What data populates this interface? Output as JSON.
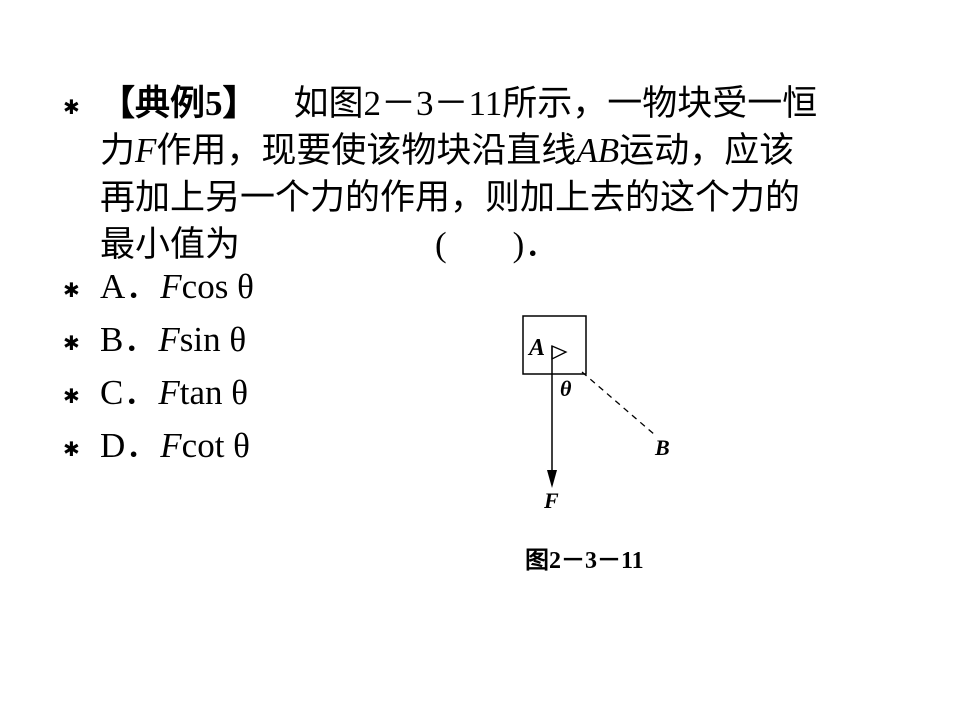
{
  "question": {
    "tag": "【典例5】",
    "line1": "如图2－3－11所示，一物块受一恒",
    "line2_a": "力",
    "line2_var": "F",
    "line2_b": "作用，现要使该物块沿直线",
    "line2_var2": "AB",
    "line2_c": "运动，应该",
    "line3": "再加上另一个力的作用，则加上去的这个力的",
    "line4": "最小值为",
    "paren_open": "(",
    "paren_close": ")．"
  },
  "options": [
    {
      "letter": "A．",
      "var": "F",
      "expr": "cos θ"
    },
    {
      "letter": "B．",
      "var": "F",
      "expr": "sin θ"
    },
    {
      "letter": "C．",
      "var": "F",
      "expr": "tan θ"
    },
    {
      "letter": "D．",
      "var": "F",
      "expr": "cot θ"
    }
  ],
  "diagram": {
    "label_A": "A",
    "label_theta": "θ",
    "label_B": "B",
    "label_F": "F",
    "caption": "图2－3－11"
  },
  "bullet_symbol": "✱"
}
